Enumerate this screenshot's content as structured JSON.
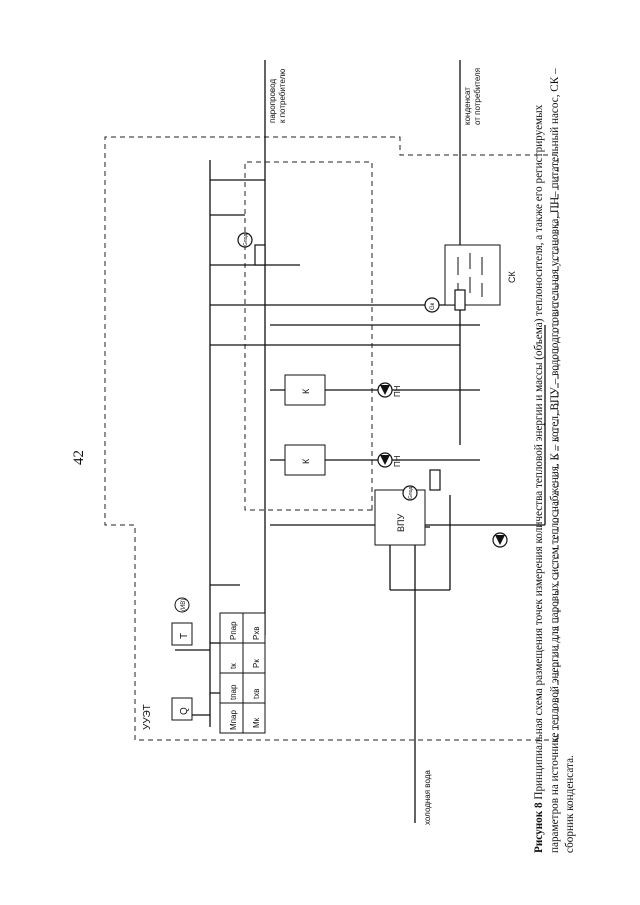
{
  "page_number": "42",
  "diagram": {
    "uuet_label": "УУЭТ",
    "cold_water_label": "холодная вода",
    "steam_line_label_1": "паропровод",
    "steam_line_label_2": "к потребителю",
    "condensate_label_1": "конденсат",
    "condensate_label_2": "от потребителя",
    "q_label": "Q",
    "t_label": "T",
    "ine_label": "(ИВ)",
    "vpu_label": "ВПУ",
    "boiler_label": "К",
    "pump_label": "ПН",
    "sk_label": "СК",
    "flowmeter_supply_label": "Gпод",
    "flowmeter_condensate_label": "Gк",
    "flowmeter_make_up_label": "Gпод",
    "param_table": [
      [
        "Mпар",
        "tпар",
        "Pпар"
      ],
      [
        "",
        "tк",
        ""
      ],
      [
        "Mк",
        "tхв",
        "Pк",
        "Pхв"
      ]
    ],
    "param_cells": {
      "mpar": "Mпар",
      "tpar": "tпар",
      "ppar": "Pпар",
      "tk": "tк",
      "pk": "Pк",
      "mk": "Mк",
      "txv": "tхв",
      "pxv": "Pхв"
    }
  },
  "caption": {
    "label": "Рисунок 8",
    "text": " Принципиальная схема размещения точек измерения  количества тепловой энергии и массы (объема) теплоносителя, а также его регистрируемых параметров на источнике тепловой энергии для паровых систем теплоснабжения. К – котел, ВПУ – водоподготовительная установка, ПН– питательный насос,  СК – сборник конденсата."
  }
}
